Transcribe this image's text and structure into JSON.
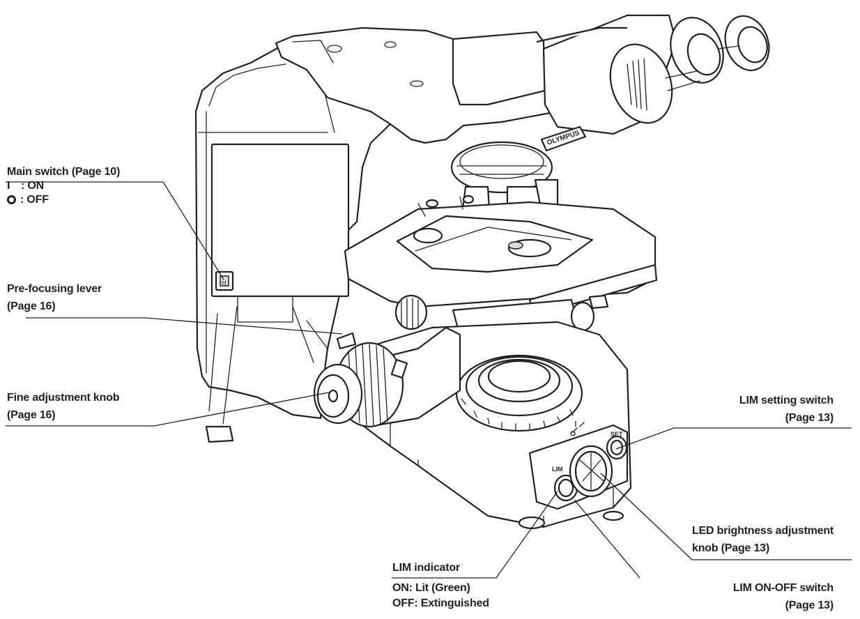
{
  "labels": {
    "main_switch": {
      "title": "Main switch (Page 10)",
      "on": ": ON",
      "off": ": OFF",
      "on_symbol": "I"
    },
    "prefocusing": {
      "line1": "Pre-focusing lever",
      "line2": "(Page 16)"
    },
    "fine_adjust": {
      "line1": "Fine adjustment knob",
      "line2": "(Page 16)"
    },
    "lim_setting": {
      "line1": "LIM setting switch",
      "line2": "(Page 13)"
    },
    "led_brightness": {
      "line1": "LED brightness adjustment",
      "line2": "knob (Page 13)"
    },
    "lim_onoff": {
      "line1": "LIM ON-OFF switch",
      "line2": "(Page 13)"
    },
    "lim_indicator": {
      "title": "LIM indicator",
      "on": "ON: Lit (Green)",
      "off": "OFF: Extinguished"
    }
  },
  "device_text": {
    "brand": "OLYMPUS",
    "set": "SET",
    "lim": "LIM"
  },
  "colors": {
    "ink": "#231f20",
    "background": "#ffffff"
  }
}
